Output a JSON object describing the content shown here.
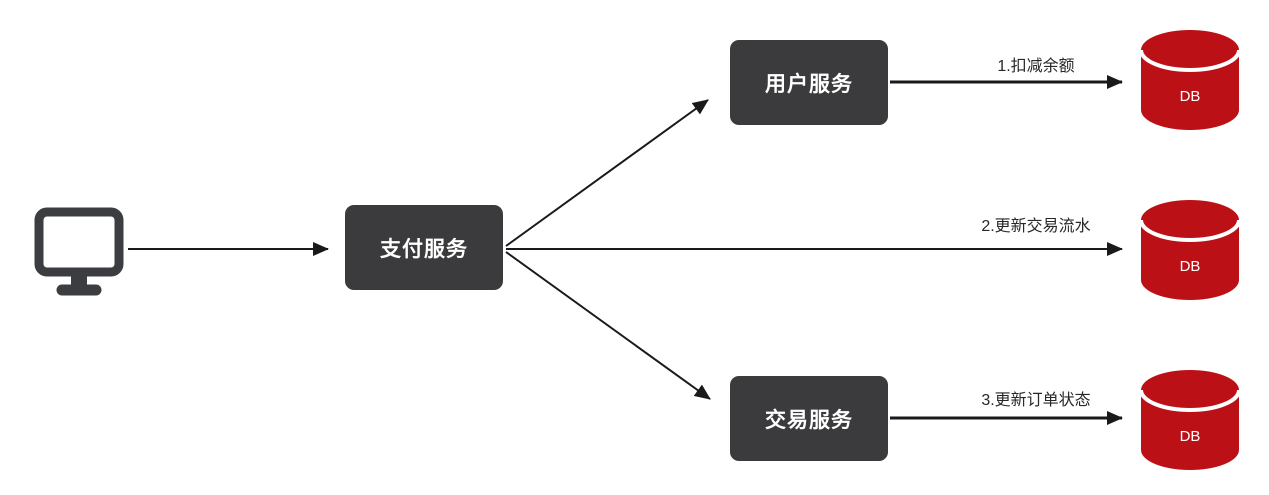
{
  "diagram": {
    "title": "payment-service-fanout-architecture",
    "client": {
      "icon": "monitor-icon"
    },
    "nodes": {
      "payment": {
        "label": "支付服务"
      },
      "user": {
        "label": "用户服务"
      },
      "trade": {
        "label": "交易服务"
      }
    },
    "databases": [
      {
        "label": "DB"
      },
      {
        "label": "DB"
      },
      {
        "label": "DB"
      }
    ],
    "edge_labels": {
      "deduct_balance": "1.扣减余额",
      "update_transaction": "2.更新交易流水",
      "update_order": "3.更新订单状态"
    },
    "colors": {
      "node_background": "#3b3b3d",
      "node_text": "#ffffff",
      "database_red": "#bb1016",
      "arrow": "#1a1a1a",
      "edge_label_text": "#26282a",
      "canvas_background": "#ffffff"
    }
  }
}
